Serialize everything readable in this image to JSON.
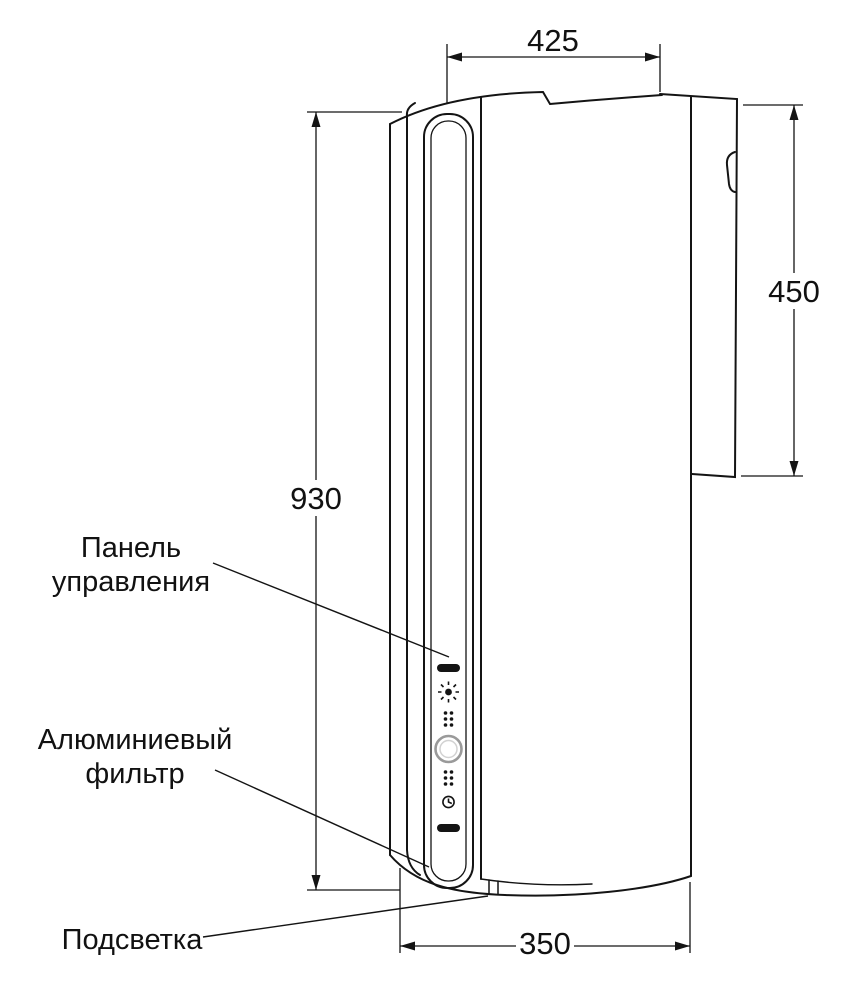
{
  "diagram": {
    "subject": "cooker-hood-dimensional-drawing",
    "view": "front",
    "line_color": "#141414",
    "background": "#ffffff"
  },
  "dimensions": {
    "top_width": "425",
    "rear_panel_height": "450",
    "total_height": "930",
    "bottom_width": "350"
  },
  "callouts": {
    "control_panel": {
      "line1": "Панель",
      "line2": "управления"
    },
    "aluminum_filter": {
      "line1": "Алюминиевый",
      "line2": "фильтр"
    },
    "backlight": {
      "label": "Подсветка"
    }
  },
  "panel_icons": [
    "indicator-bar-top",
    "light-icon",
    "fan-speed-dots-upper",
    "power-button",
    "fan-speed-dots-lower",
    "timer-icon",
    "indicator-bar-bottom"
  ]
}
